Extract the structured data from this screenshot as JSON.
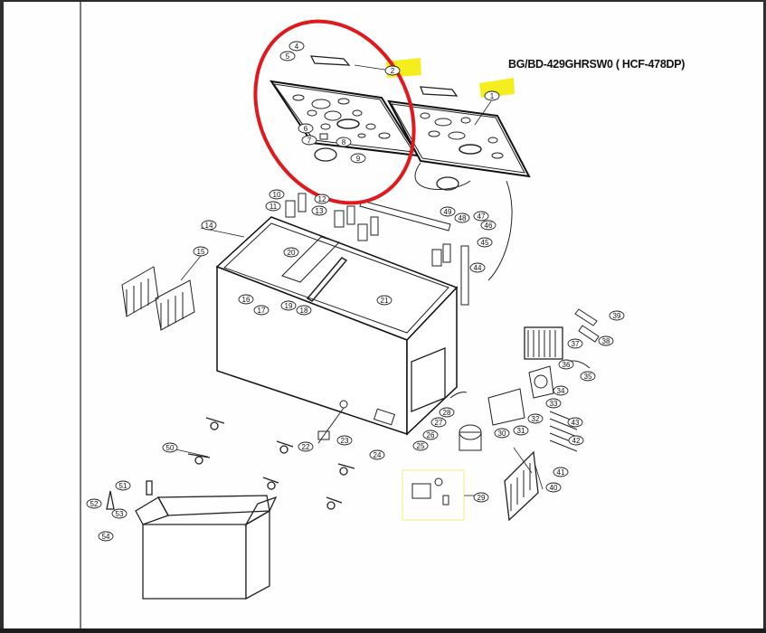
{
  "document": {
    "title": "BG/BD-429GHRSW0 ( HCF-478DP)",
    "type": "exploded parts diagram - chest freezer"
  },
  "annotations": {
    "highlight_color": "#f4ee1e",
    "circle_color": "#e0191c",
    "highlighted_parts": [
      "1",
      "2"
    ],
    "circled_group": [
      "2",
      "4",
      "5",
      "6",
      "7",
      "8",
      "9"
    ],
    "boxed_group": [
      "29"
    ]
  },
  "callouts": [
    {
      "id": "c1",
      "label": "1"
    },
    {
      "id": "c2",
      "label": "2"
    },
    {
      "id": "c4",
      "label": "4"
    },
    {
      "id": "c5",
      "label": "5"
    },
    {
      "id": "c6",
      "label": "6"
    },
    {
      "id": "c7",
      "label": "7"
    },
    {
      "id": "c8",
      "label": "8"
    },
    {
      "id": "c9",
      "label": "9"
    },
    {
      "id": "c10",
      "label": "10"
    },
    {
      "id": "c11",
      "label": "11"
    },
    {
      "id": "c12",
      "label": "12"
    },
    {
      "id": "c13",
      "label": "13"
    },
    {
      "id": "c14",
      "label": "14"
    },
    {
      "id": "c15",
      "label": "15"
    },
    {
      "id": "c16",
      "label": "16"
    },
    {
      "id": "c17",
      "label": "17"
    },
    {
      "id": "c18",
      "label": "18"
    },
    {
      "id": "c19",
      "label": "19"
    },
    {
      "id": "c20",
      "label": "20"
    },
    {
      "id": "c21",
      "label": "21"
    },
    {
      "id": "c22",
      "label": "22"
    },
    {
      "id": "c23",
      "label": "23"
    },
    {
      "id": "c24",
      "label": "24"
    },
    {
      "id": "c25",
      "label": "25"
    },
    {
      "id": "c26",
      "label": "26"
    },
    {
      "id": "c27",
      "label": "27"
    },
    {
      "id": "c28",
      "label": "28"
    },
    {
      "id": "c29",
      "label": "29"
    },
    {
      "id": "c30",
      "label": "30"
    },
    {
      "id": "c31",
      "label": "31"
    },
    {
      "id": "c32",
      "label": "32"
    },
    {
      "id": "c33",
      "label": "33"
    },
    {
      "id": "c34",
      "label": "34"
    },
    {
      "id": "c35",
      "label": "35"
    },
    {
      "id": "c36",
      "label": "36"
    },
    {
      "id": "c37",
      "label": "37"
    },
    {
      "id": "c38",
      "label": "38"
    },
    {
      "id": "c39",
      "label": "39"
    },
    {
      "id": "c40",
      "label": "40"
    },
    {
      "id": "c41",
      "label": "41"
    },
    {
      "id": "c42",
      "label": "42"
    },
    {
      "id": "c43",
      "label": "43"
    },
    {
      "id": "c44",
      "label": "44"
    },
    {
      "id": "c45",
      "label": "45"
    },
    {
      "id": "c46",
      "label": "46"
    },
    {
      "id": "c47",
      "label": "47"
    },
    {
      "id": "c48",
      "label": "48"
    },
    {
      "id": "c49",
      "label": "49"
    },
    {
      "id": "c50",
      "label": "50"
    },
    {
      "id": "c51",
      "label": "51"
    },
    {
      "id": "c52",
      "label": "52"
    },
    {
      "id": "c53",
      "label": "53"
    },
    {
      "id": "c54",
      "label": "54"
    }
  ]
}
